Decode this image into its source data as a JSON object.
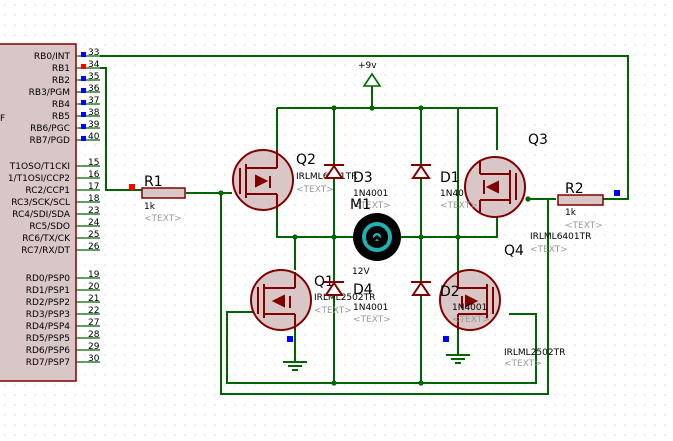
{
  "mcu": {
    "pins": [
      {
        "name": "RB0/INT",
        "num": "33",
        "marker": "blue"
      },
      {
        "name": "RB1",
        "num": "34",
        "marker": "red"
      },
      {
        "name": "RB2",
        "num": "35",
        "marker": "blue"
      },
      {
        "name": "RB3/PGM",
        "num": "36",
        "marker": "blue"
      },
      {
        "name": "RB4",
        "num": "37",
        "marker": "blue"
      },
      {
        "name": "RB5",
        "num": "38",
        "marker": "blue"
      },
      {
        "name": "RB6/PGC",
        "num": "39",
        "marker": "blue"
      },
      {
        "name": "RB7/PGD",
        "num": "40",
        "marker": "blue"
      },
      {
        "name": "T1OSO/T1CKI",
        "num": "15",
        "marker": ""
      },
      {
        "name": "1/T1OSI/CCP2",
        "num": "16",
        "marker": ""
      },
      {
        "name": "RC2/CCP1",
        "num": "17",
        "marker": ""
      },
      {
        "name": "RC3/SCK/SCL",
        "num": "18",
        "marker": ""
      },
      {
        "name": "RC4/SDI/SDA",
        "num": "23",
        "marker": ""
      },
      {
        "name": "RC5/SDO",
        "num": "24",
        "marker": ""
      },
      {
        "name": "RC6/TX/CK",
        "num": "25",
        "marker": ""
      },
      {
        "name": "RC7/RX/DT",
        "num": "26",
        "marker": ""
      },
      {
        "name": "RD0/PSP0",
        "num": "19",
        "marker": ""
      },
      {
        "name": "RD1/PSP1",
        "num": "20",
        "marker": ""
      },
      {
        "name": "RD2/PSP2",
        "num": "21",
        "marker": ""
      },
      {
        "name": "RD3/PSP3",
        "num": "22",
        "marker": ""
      },
      {
        "name": "RD4/PSP4",
        "num": "27",
        "marker": ""
      },
      {
        "name": "RD5/PSP5",
        "num": "28",
        "marker": ""
      },
      {
        "name": "RD6/PSP6",
        "num": "29",
        "marker": ""
      },
      {
        "name": "RD7/PSP7",
        "num": "30",
        "marker": ""
      }
    ],
    "side_label": "F"
  },
  "supply": {
    "label": "+9v"
  },
  "resistors": {
    "r1": {
      "label": "R1",
      "value": "1k",
      "text": "<TEXT>"
    },
    "r2": {
      "label": "R2",
      "value": "1k",
      "text": "<TEXT>"
    }
  },
  "transistors": {
    "q1": {
      "label": "Q1",
      "part": "IRLML2502TR",
      "text": "<TEXT>"
    },
    "q2": {
      "label": "Q2",
      "part": "IRLML6401TR",
      "text": "<TEXT>"
    },
    "q3": {
      "label": "Q3",
      "part": "IRLML6401TR",
      "text": "<TEXT>"
    },
    "q4": {
      "label": "Q4",
      "part": "IRLML2502TR",
      "text": "<TEXT>"
    }
  },
  "diodes": {
    "d1": {
      "label": "D1",
      "part": "1N40",
      "text": "<TEXT>"
    },
    "d2": {
      "label": "D2",
      "part": "1N4001",
      "text": "<TEXT>"
    },
    "d3": {
      "label": "D3",
      "part": "1N4001",
      "text": "<TEXT>"
    },
    "d4": {
      "label": "D4",
      "part": "1N4001",
      "text": "<TEXT>"
    }
  },
  "motor": {
    "label": "M1",
    "value": "12V"
  },
  "colors": {
    "wire": "#006400",
    "component": "#800000",
    "pin_red": "#ff0000",
    "pin_blue": "#0000ff",
    "grid": "#c0c0c0"
  }
}
